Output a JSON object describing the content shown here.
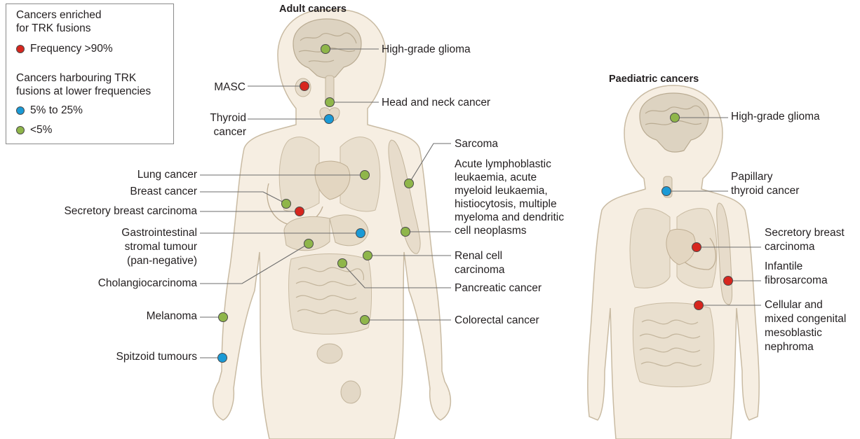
{
  "colors": {
    "red": "#d7261e",
    "blue": "#1a9ad6",
    "green": "#8fb64a",
    "body": "#f6eee2",
    "organ": "#e9dfce",
    "outline": "#c9bba3",
    "line": "#6d6d6d"
  },
  "legend": {
    "enriched_title": "Cancers enriched\nfor TRK fusions",
    "freq_high": "Frequency >90%",
    "lower_title": "Cancers harbouring TRK\nfusions at lower frequencies",
    "freq_mid": "5% to 25%",
    "freq_low": "<5%"
  },
  "adult": {
    "title": "Adult cancers",
    "labels": {
      "hgg": "High-grade glioma",
      "masc": "MASC",
      "headneck": "Head and neck cancer",
      "thyroid": "Thyroid\ncancer",
      "sarcoma": "Sarcoma",
      "heme": "Acute lymphoblastic\nleukaemia, acute\nmyeloid leukaemia,\nhistiocytosis, multiple\nmyeloma and dendritic\ncell neoplasms",
      "lung": "Lung cancer",
      "breast": "Breast cancer",
      "secretory": "Secretory breast carcinoma",
      "gist": "Gastrointestinal\nstromal tumour\n(pan-negative)",
      "renal": "Renal cell\ncarcinoma",
      "cholangio": "Cholangiocarcinoma",
      "pancreatic": "Pancreatic cancer",
      "melanoma": "Melanoma",
      "colorectal": "Colorectal cancer",
      "spitzoid": "Spitzoid tumours"
    }
  },
  "paediatric": {
    "title": "Paediatric cancers",
    "labels": {
      "hgg": "High-grade glioma",
      "papillary": "Papillary\nthyroid cancer",
      "secretory": "Secretory breast\ncarcinoma",
      "fibrosarcoma": "Infantile\nfibrosarcoma",
      "cmn": "Cellular and\nmixed congenital\nmesoblastic\nnephroma"
    }
  }
}
